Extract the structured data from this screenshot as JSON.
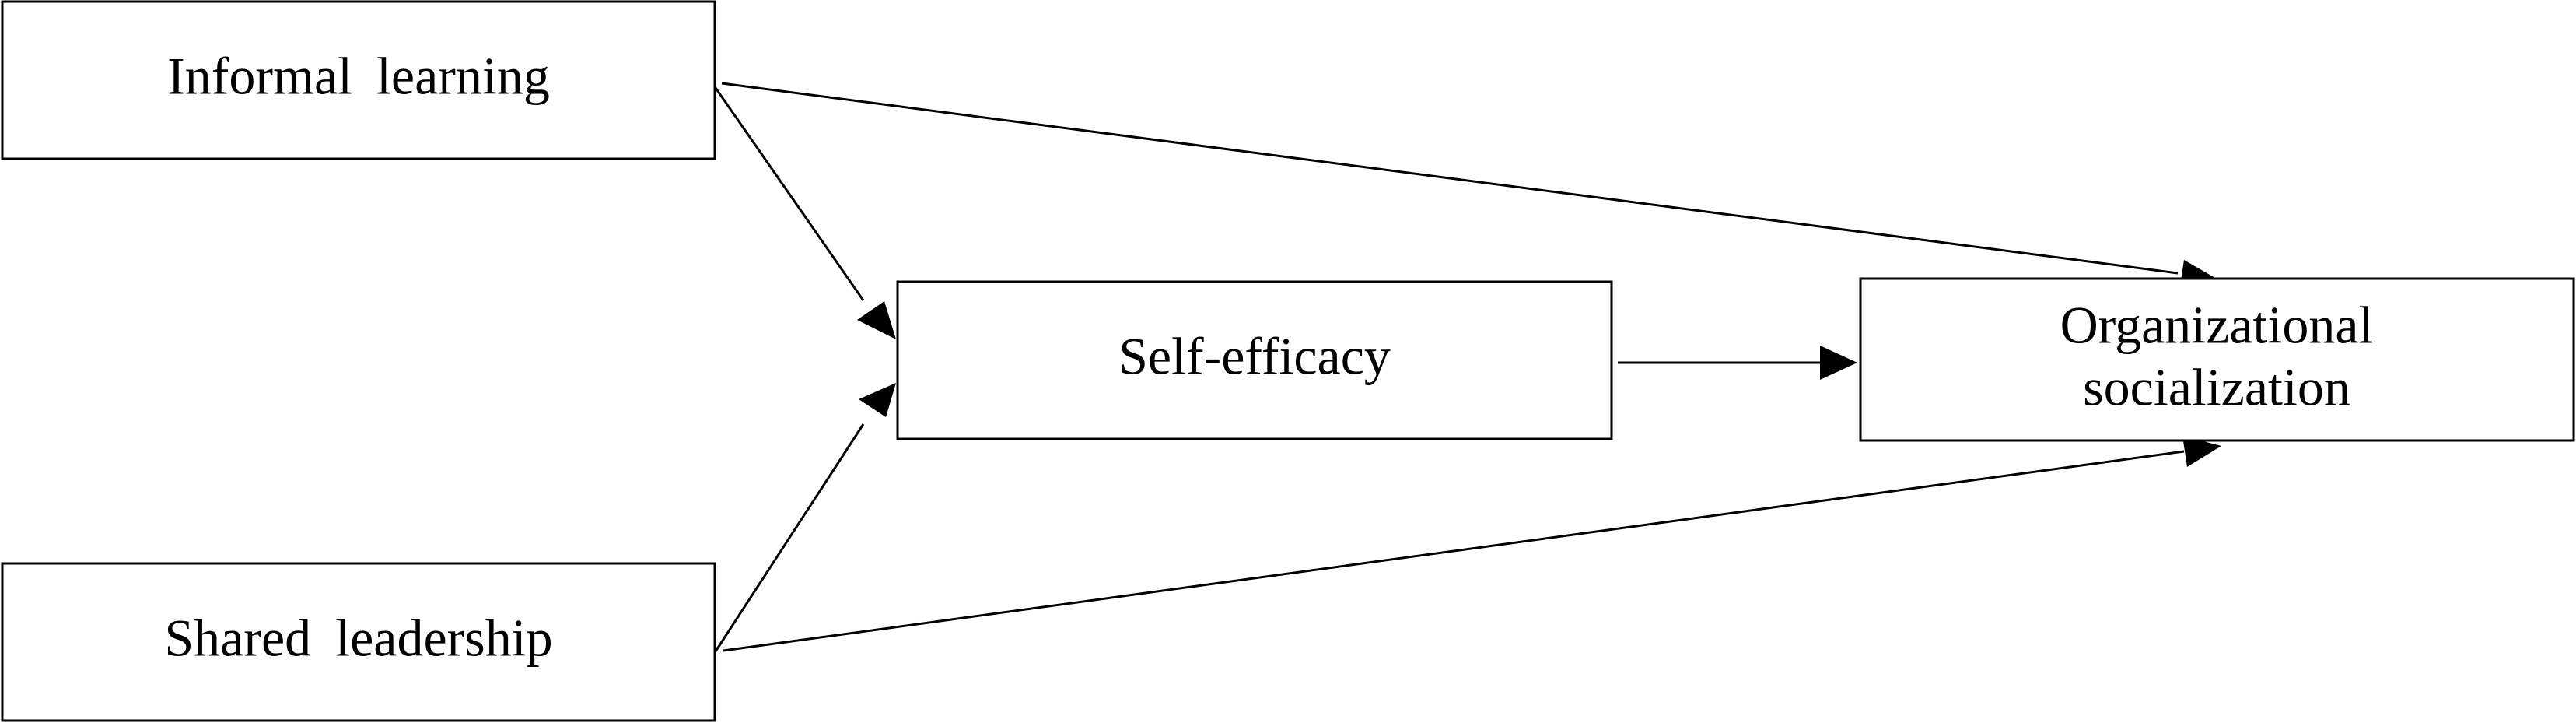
{
  "diagram": {
    "nodes": {
      "informal_learning": {
        "label": "Informal learning"
      },
      "shared_leadership": {
        "label": "Shared leadership"
      },
      "self_efficacy": {
        "label": "Self-efficacy"
      },
      "organizational_socialization": {
        "label_line1": "Organizational",
        "label_line2": "socialization"
      }
    },
    "edges": [
      {
        "from": "informal_learning",
        "to": "self_efficacy"
      },
      {
        "from": "shared_leadership",
        "to": "self_efficacy"
      },
      {
        "from": "self_efficacy",
        "to": "organizational_socialization"
      },
      {
        "from": "informal_learning",
        "to": "organizational_socialization"
      },
      {
        "from": "shared_leadership",
        "to": "organizational_socialization"
      }
    ]
  }
}
